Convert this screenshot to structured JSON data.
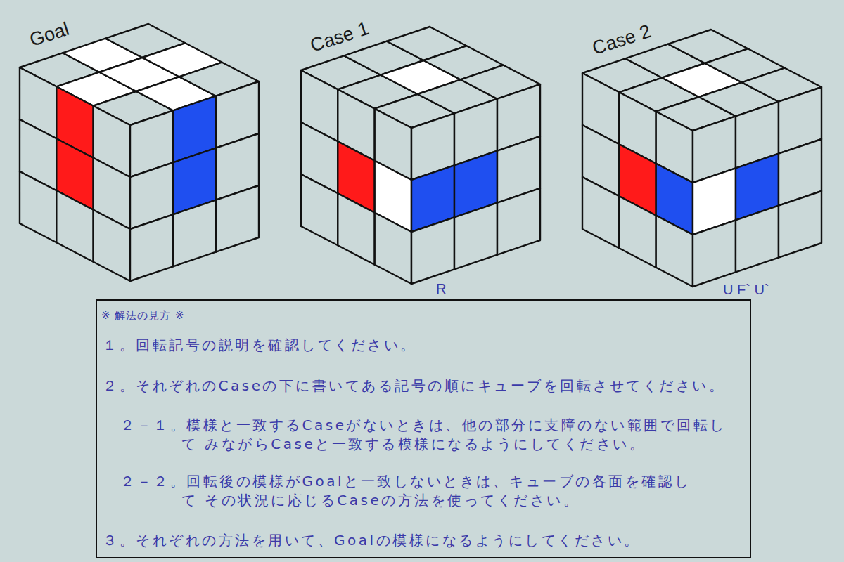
{
  "diagram": {
    "nodes": [
      {
        "text": [
          "※ 解法の見方 ※",
          "１。回転記号の説明を確認してください。",
          "２。それぞれのCaseの下に書いてある記号の順にキューブを回転させてください。",
          "２－１。模様と一致するCaseがないときは、他の部分に支障のない範囲で回転して みながらCaseと一致する模様になるようにしてください。",
          "２－２。回転後の模様がGoalと一致しないときは、キューブの各面を確認して その状況に応じるCaseの方法を使ってください。",
          "３。それぞれの方法を用いて、Goalの模様になるようにしてください。"
        ]
      }
    ],
    "labels": [
      "Goal",
      "Case 1",
      "Case 2",
      "R",
      "U F` U`"
    ]
  }
}
